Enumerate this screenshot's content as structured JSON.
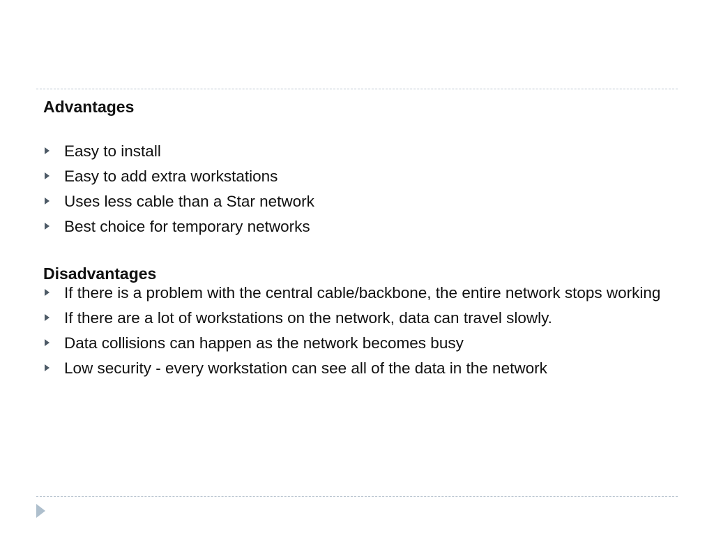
{
  "advantages": {
    "heading": "Advantages",
    "items": [
      "Easy to install",
      "Easy to add extra workstations",
      "Uses less cable than a Star network",
      "Best choice for temporary networks"
    ]
  },
  "disadvantages": {
    "heading": "Disadvantages",
    "items": [
      "If there is a problem with the central cable/backbone, the entire network stops working",
      "If there are a lot of workstations on the network, data can travel slowly.",
      "Data collisions can happen as the network becomes busy",
      "Low security - every workstation can see all of the data in the network"
    ]
  },
  "icons": {
    "bullet": "triangle-bullet-icon",
    "nav": "triangle-right-icon"
  },
  "colors": {
    "bullet": "#4d5a66",
    "rule": "#b8c4cf",
    "nav_arrow": "#aebfcd"
  }
}
